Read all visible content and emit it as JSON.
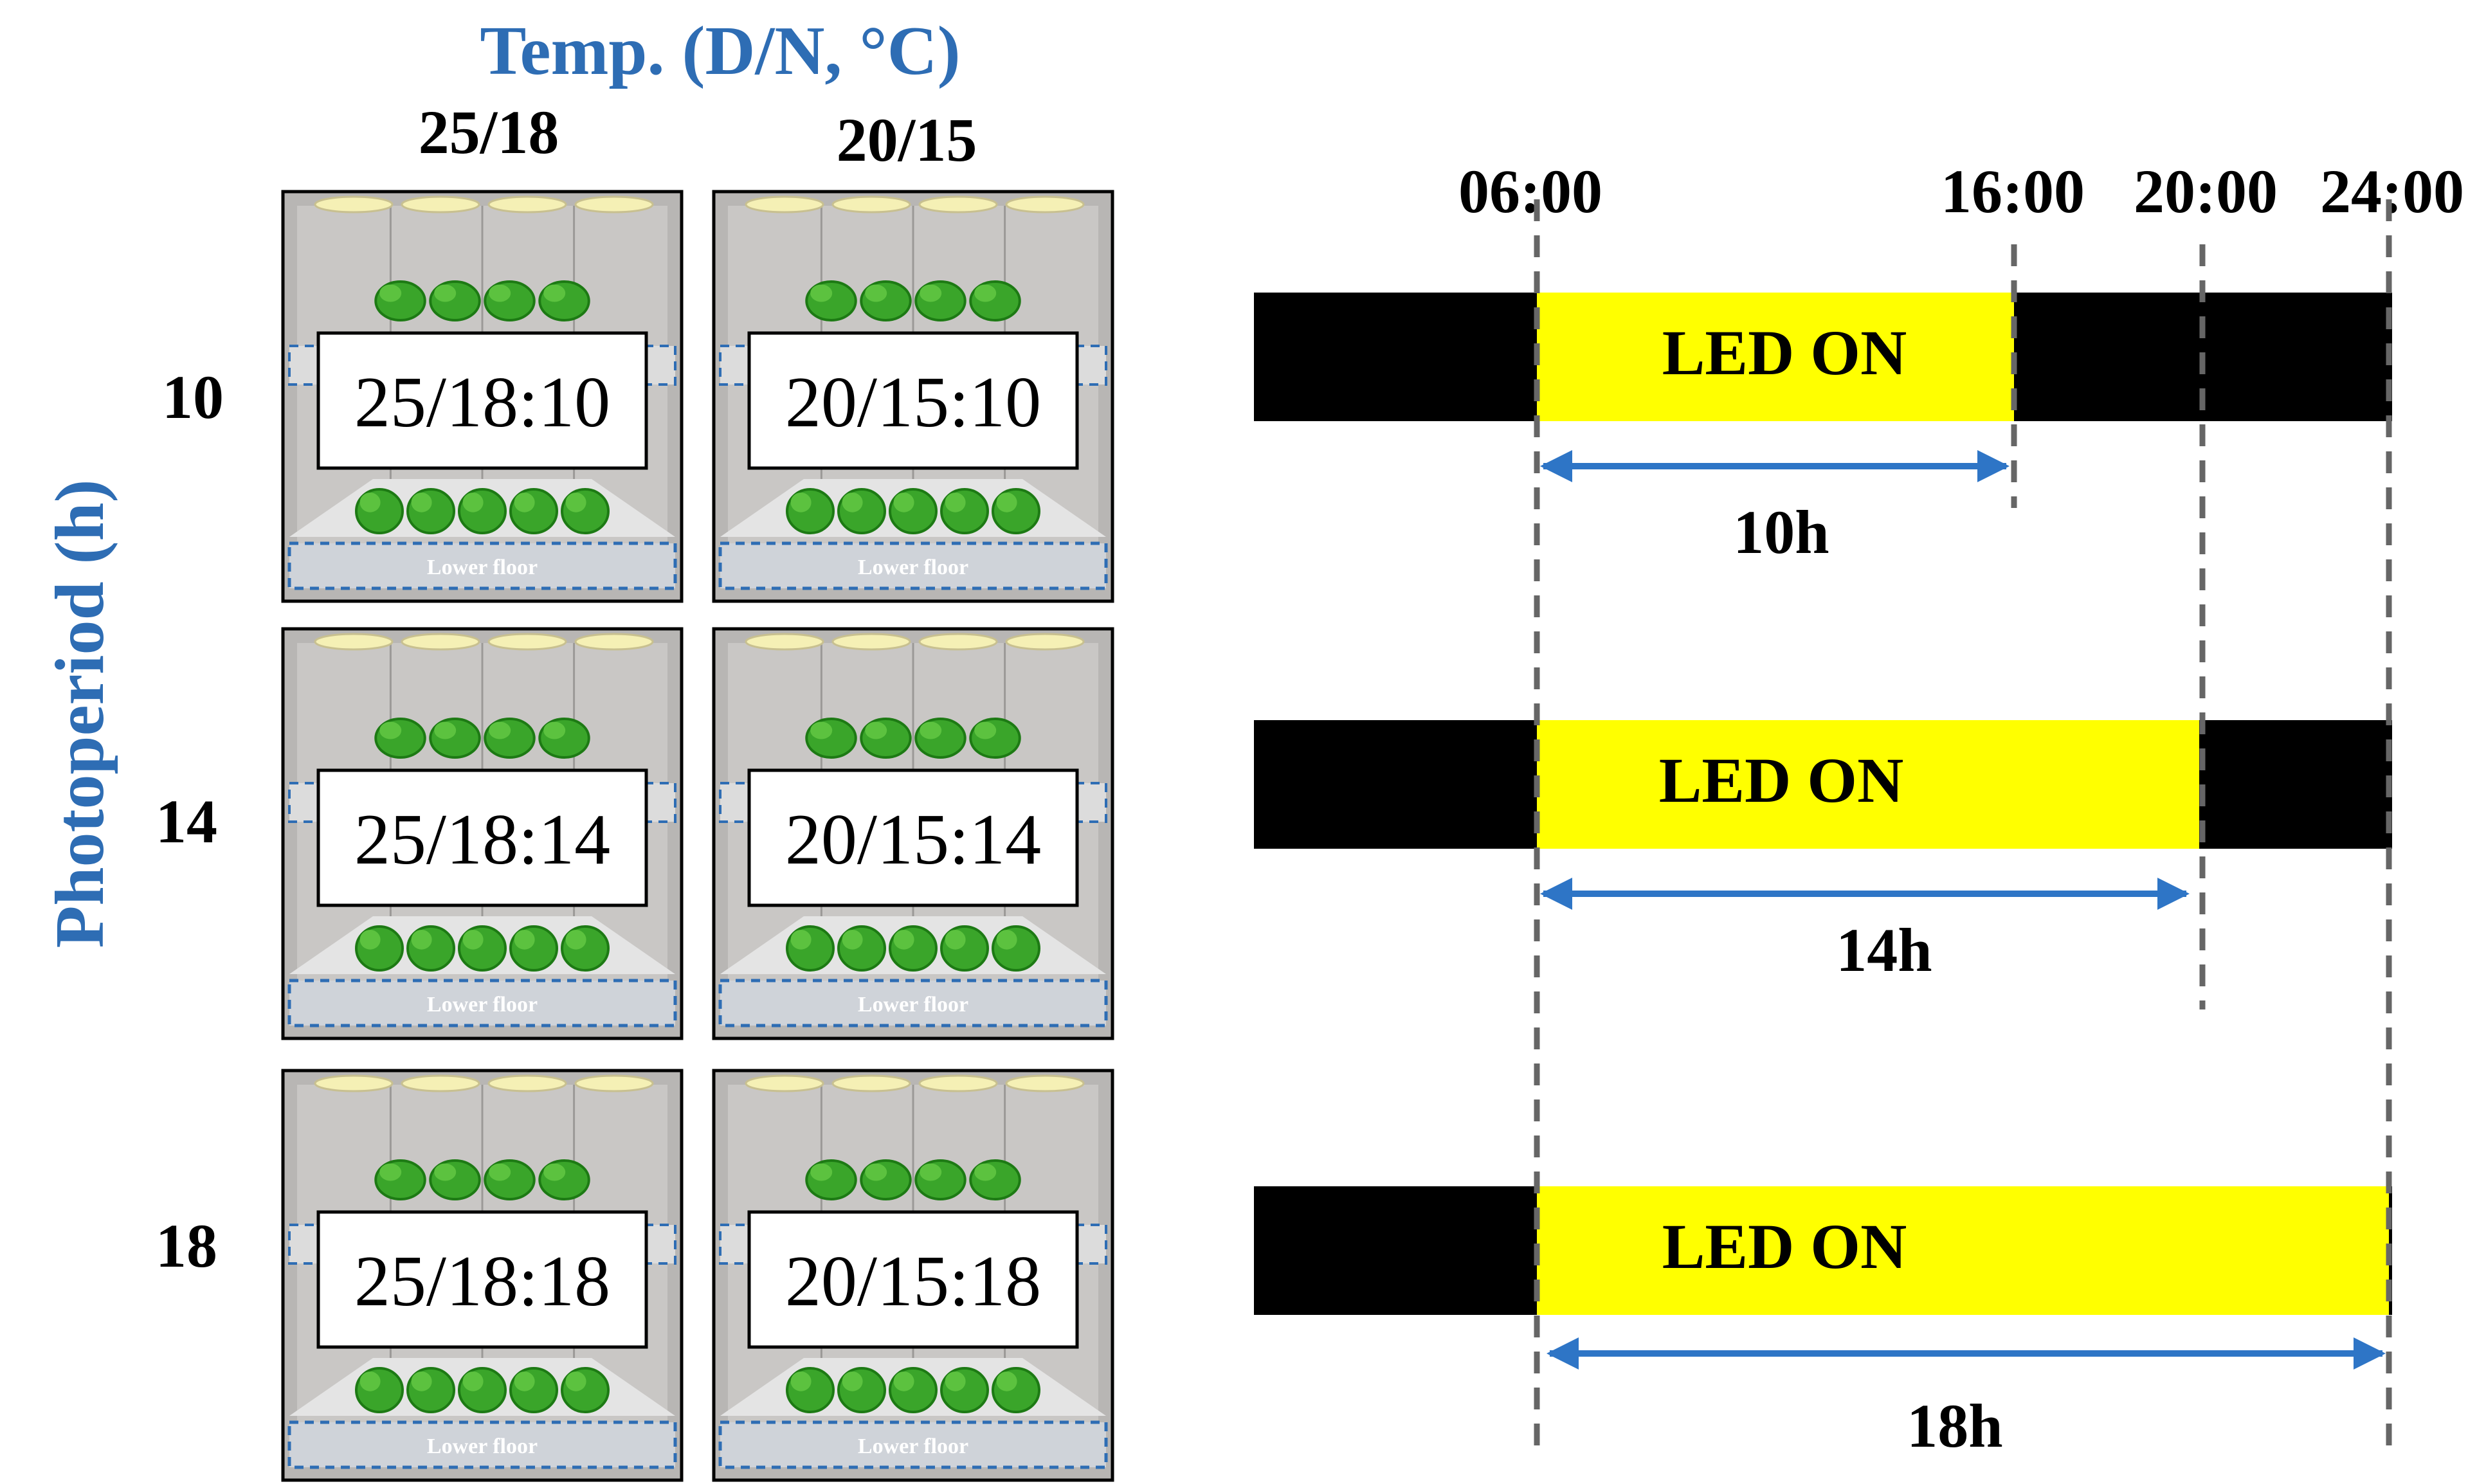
{
  "temp_header": "Temp. (D/N, °C)",
  "temp_columns": [
    "25/18",
    "20/15"
  ],
  "photoperiod_axis": "Photoperiod (h)",
  "photoperiod_rows": [
    "10",
    "14",
    "18"
  ],
  "chambers": [
    [
      "25/18:10",
      "20/15:10"
    ],
    [
      "25/18:14",
      "20/15:14"
    ],
    [
      "25/18:18",
      "20/15:18"
    ]
  ],
  "lower_floor_label": "Lower floor",
  "time_marks": [
    "06:00",
    "16:00",
    "20:00",
    "24:00"
  ],
  "schedules": [
    {
      "on_start": "06:00",
      "on_end": "16:00",
      "led_label": "LED ON",
      "duration_label": "10h"
    },
    {
      "on_start": "06:00",
      "on_end": "20:00",
      "led_label": "LED ON",
      "duration_label": "14h"
    },
    {
      "on_start": "06:00",
      "on_end": "24:00",
      "led_label": "LED ON",
      "duration_label": "18h"
    }
  ],
  "colors": {
    "axis_blue": "#2e6db4",
    "led_on": "#ffff00",
    "led_off": "#000000",
    "arrow": "#2e75c6",
    "plant": "#3aa52a",
    "chamber_wall": "#b8b6b4"
  }
}
